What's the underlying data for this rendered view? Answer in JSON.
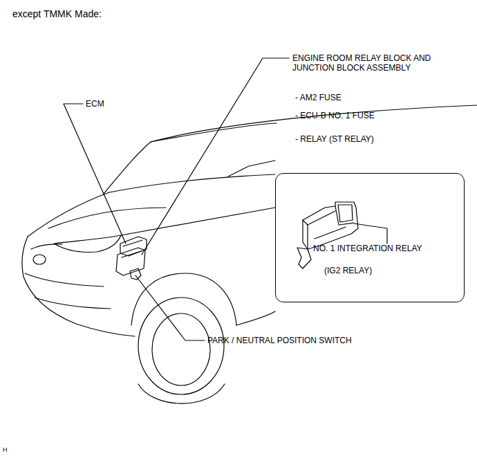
{
  "diagram": {
    "title": "except TMMK Made:",
    "nodes": [
      {
        "text": [
          "NO. 1 INTEGRATION RELAY",
          "(IG2 RELAY)"
        ]
      }
    ],
    "labels": [
      "ENGINE ROOM RELAY BLOCK AND JUNCTION BLOCK ASSEMBLY",
      "- AM2 FUSE",
      "- ECU-B NO. 1 FUSE",
      "- RELAY (ST RELAY)",
      "ECM",
      "PARK / NEUTRAL POSITION SWITCH",
      "H"
    ]
  }
}
